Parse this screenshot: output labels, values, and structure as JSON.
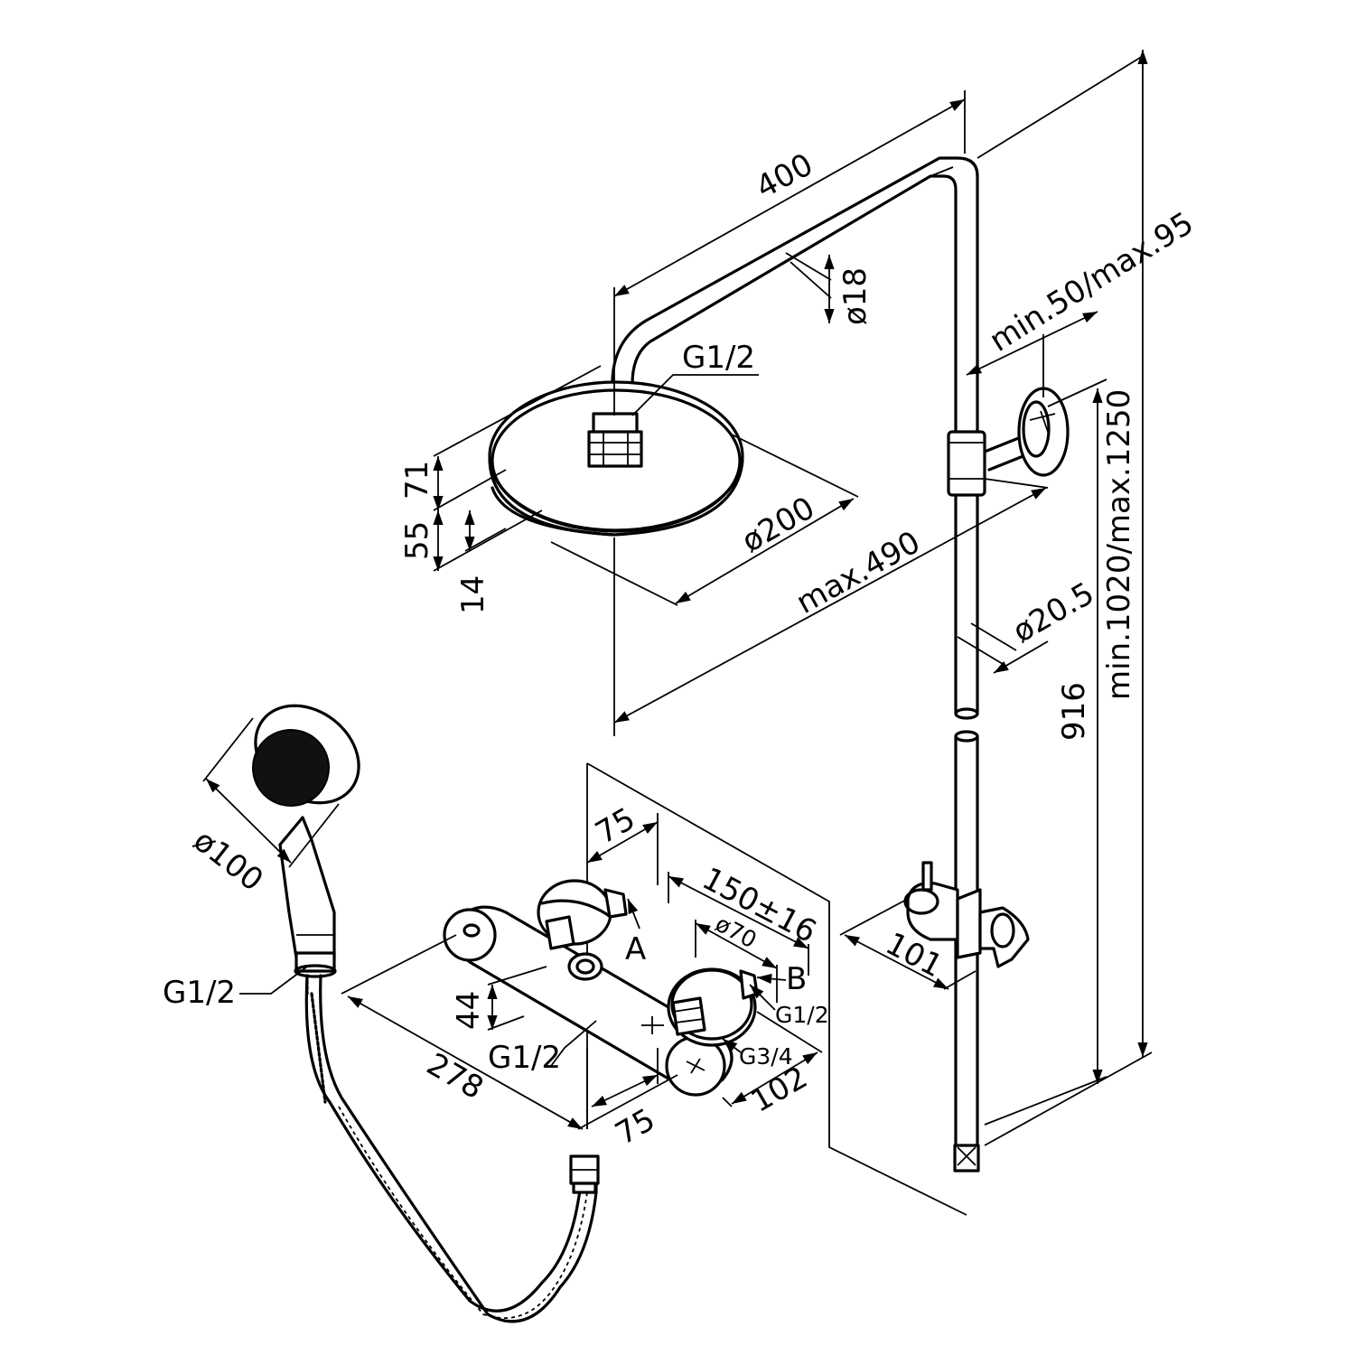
{
  "labels": {
    "width_400": "400",
    "dia_18": "ø18",
    "arm_g12": "G1/2",
    "wall_min_max": "min.50/max.95",
    "height_71": "71",
    "height_55": "55",
    "height_14": "14",
    "dia_200": "ø200",
    "max_490": "max.490",
    "dia_20_5": "ø20.5",
    "height_916": "916",
    "total_height": "min.1020/max.1250",
    "dia_100": "ø100",
    "hand_g12": "G1/2",
    "dim_75_top": "75",
    "spacing_150": "150±16",
    "dia_70": "ø70",
    "label_A": "A",
    "label_B": "B",
    "outlet_g12": "G1/2",
    "inlet_g34": "G3/4",
    "height_44": "44",
    "mixer_g12": "G1/2",
    "width_278": "278",
    "depth_102": "102",
    "dim_75_bottom": "75",
    "holder_101": "101"
  }
}
